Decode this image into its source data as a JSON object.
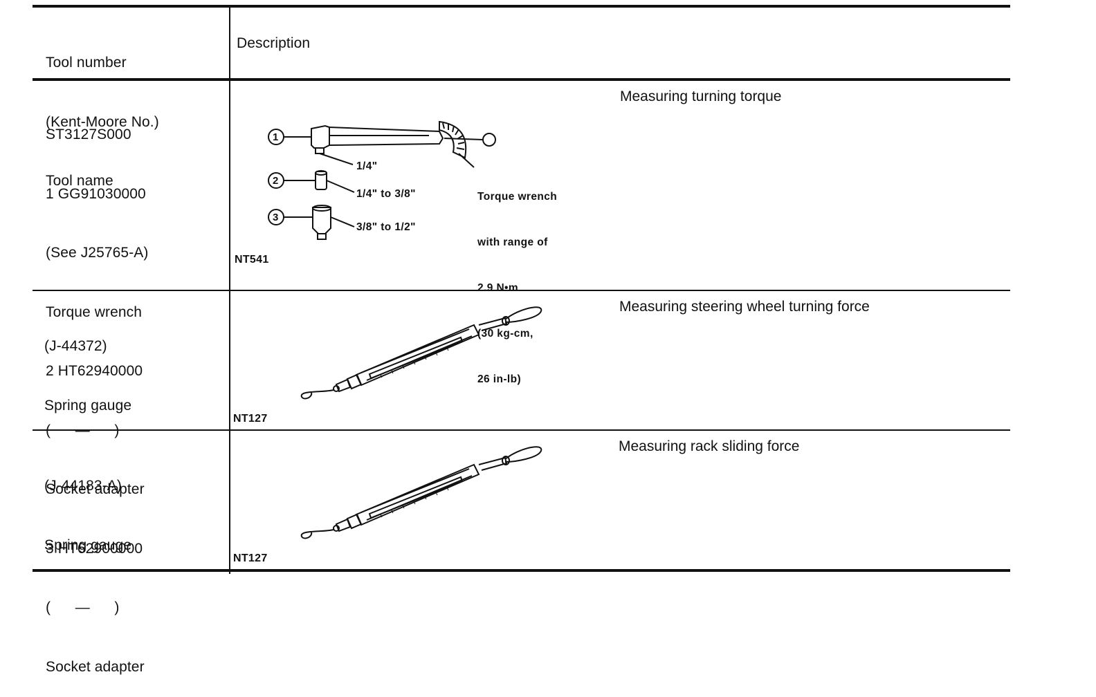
{
  "header": {
    "col1_lines": [
      "Tool number",
      "(Kent-Moore No.)",
      "Tool name"
    ],
    "col2": "Description"
  },
  "rows": [
    {
      "tool_lines": [
        "ST3127S000",
        "1 GG91030000",
        "(See J25765-A)",
        "Torque wrench",
        "2 HT62940000",
        "(      —      )",
        "Socket adapter",
        "3 HT62900000",
        "(      —      )",
        "Socket adapter"
      ],
      "description": "Measuring turning torque",
      "figure_code": "NT541",
      "callouts": {
        "item1": "①",
        "item2": "②",
        "item3": "③",
        "size1": "1/4\"",
        "size2": "1/4\" to 3/8\"",
        "size3": "3/8\" to 1/2\"",
        "range_note": [
          "Torque wrench",
          "with range of",
          "2.9 N•m",
          "(30 kg-cm,",
          "26 in-lb)"
        ]
      }
    },
    {
      "tool_lines": [
        "(J-44372)",
        "Spring gauge"
      ],
      "description": "Measuring steering wheel turning force",
      "figure_code": "NT127"
    },
    {
      "tool_lines": [
        "(J-44183-A)",
        "Spring gauge"
      ],
      "description": "Measuring rack sliding force",
      "figure_code": "NT127"
    }
  ]
}
